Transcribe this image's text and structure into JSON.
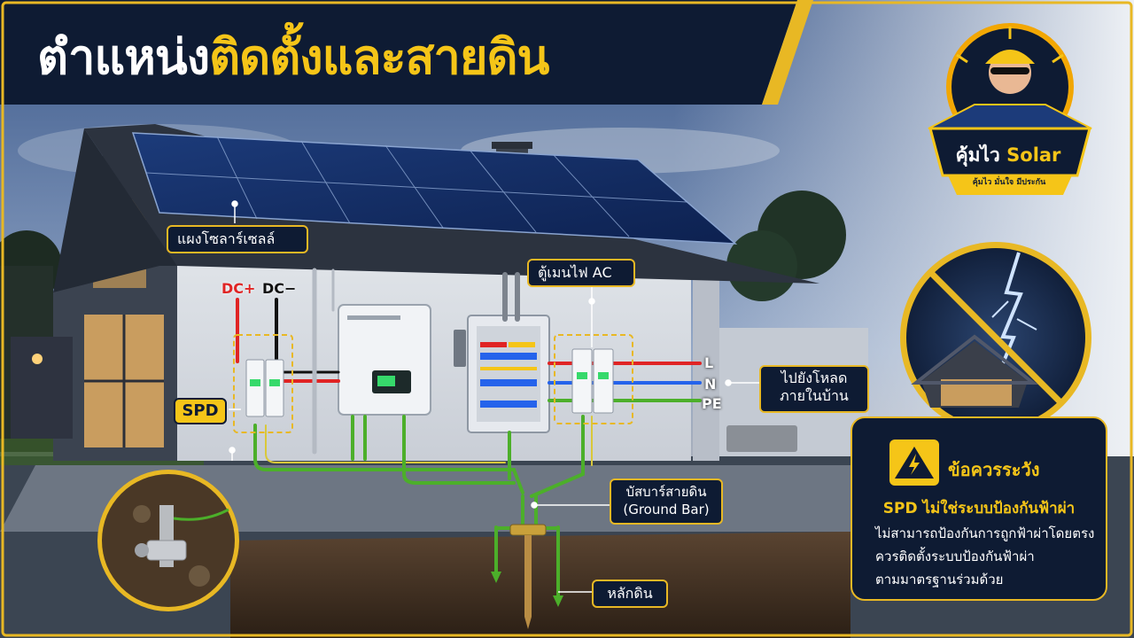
{
  "title": {
    "part1": "ตำแหน่ง",
    "part2": "ติดตั้งและสายดิน"
  },
  "labels": {
    "solar_panel": "แผงโซลาร์เซลล์",
    "ac_panel": "ตู้เมนไฟ AC",
    "spd": "SPD",
    "dc_plus": "DC+",
    "dc_minus": "DC−",
    "line_l": "L",
    "line_n": "N",
    "line_pe": "PE",
    "to_load_line1": "ไปยังโหลด",
    "to_load_line2": "ภายในบ้าน",
    "busbar_line1": "บัสบาร์สายดิน",
    "busbar_line2": "(Ground Bar)",
    "ground_rod": "หลักดิน"
  },
  "warning": {
    "title": "ข้อควรระวัง",
    "headline": "SPD ไม่ใช่ระบบป้องกันฟ้าผ่า",
    "lines": [
      "ไม่สามารถป้องกันการถูกฟ้าผ่าโดยตรง",
      "ควรติดตั้งระบบป้องกันฟ้าผ่า",
      "ตามมาตรฐานร่วมด้วย"
    ]
  },
  "logo": {
    "name_thai": "คุ้มไว",
    "name_en": "Solar",
    "tagline": "คุ้มไว มั่นใจ มีประกัน"
  },
  "colors": {
    "navy": "#0e1b33",
    "gold": "#f5c518",
    "live_red": "#e02424",
    "neutral_blue": "#2563eb",
    "earth_green": "#4caf2a"
  },
  "icons": [
    "warning-triangle-icon",
    "lightning-icon",
    "prohibited-icon",
    "ground-rod-icon"
  ]
}
